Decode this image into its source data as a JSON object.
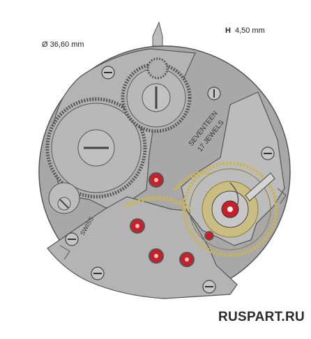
{
  "labels": {
    "diameter": "Ø 36,60 mm",
    "height_symbol": "H",
    "height_value": "4,50 mm",
    "engraving_line1": "SEVENTEEN",
    "engraving_line2": "17  JEWELS",
    "swiss": "SWISS",
    "watermark": "RUSPART.RU"
  },
  "colors": {
    "plate": "#a8a8a8",
    "bridge": "#b6b6b6",
    "outline": "#555555",
    "jewel_red": "#c8202a",
    "balance_gold": "#c8b45a"
  }
}
